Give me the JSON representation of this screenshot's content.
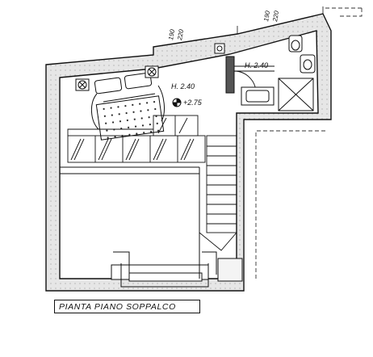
{
  "plan": {
    "title": "PIANTA PIANO SOPPALCO",
    "heights": {
      "bedroom": "H. 2.40",
      "bathroom": "H. 2.40"
    },
    "level": "+2.75",
    "dims": {
      "left": {
        "top": "190",
        "bottom": "220"
      },
      "right": {
        "top": "190",
        "bottom": "220"
      }
    }
  }
}
